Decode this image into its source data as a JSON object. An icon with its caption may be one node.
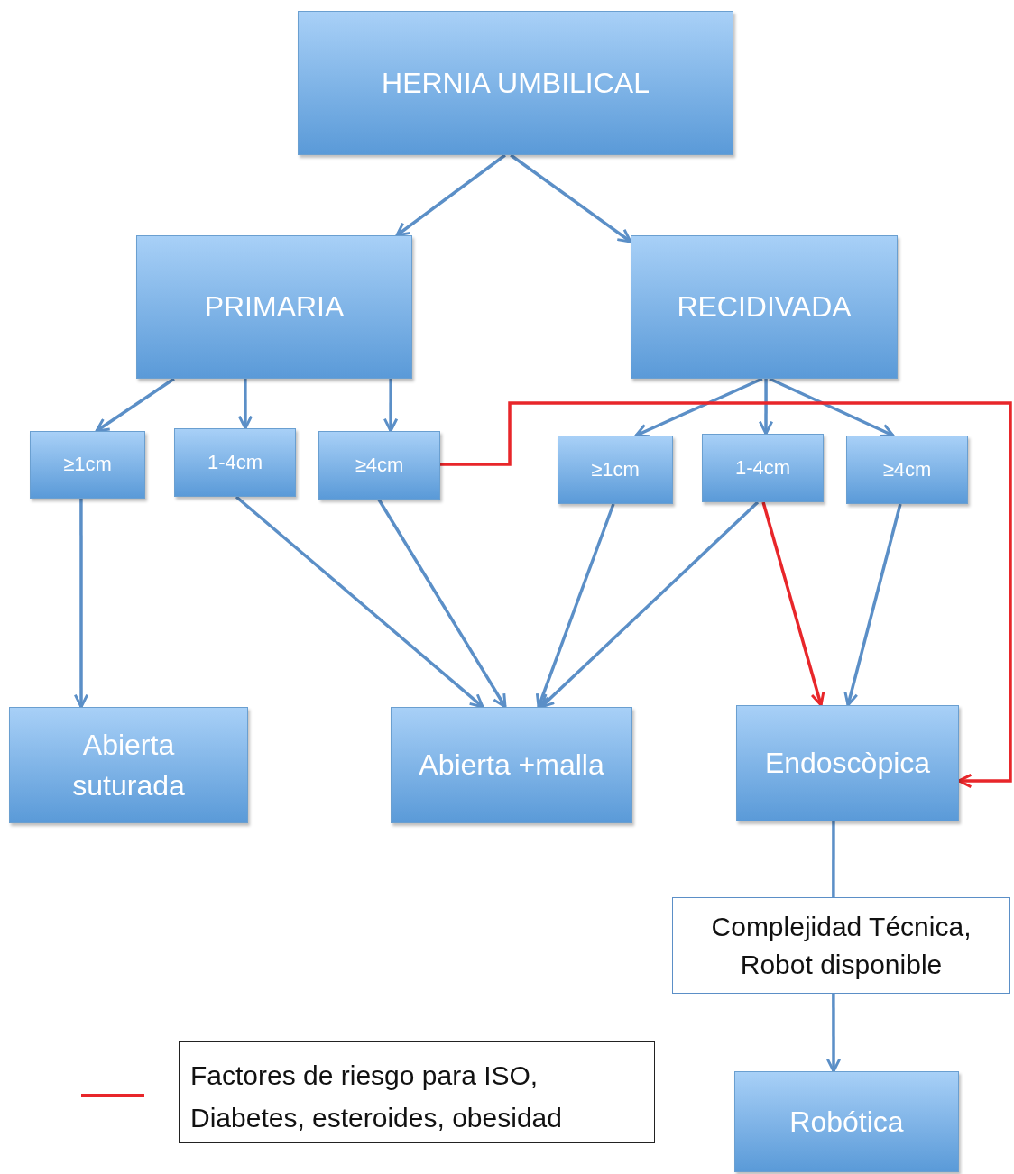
{
  "diagram": {
    "nodes": [
      {
        "text": [
          "HERNIA UMBILICAL"
        ]
      },
      {
        "text": [
          "PRIMARIA"
        ]
      },
      {
        "text": [
          "RECIDIVADA"
        ]
      },
      {
        "text": [
          "≥1cm"
        ]
      },
      {
        "text": [
          "1-4cm"
        ]
      },
      {
        "text": [
          "≥4cm"
        ]
      },
      {
        "text": [
          "≥1cm"
        ]
      },
      {
        "text": [
          "1-4cm"
        ]
      },
      {
        "text": [
          "≥4cm"
        ]
      },
      {
        "text": [
          "Abierta suturada"
        ]
      },
      {
        "text": [
          "Abierta +malla"
        ]
      },
      {
        "text": [
          "Endoscòpica"
        ]
      },
      {
        "text": [
          "Complejidad Técnica, Robot disponible"
        ]
      },
      {
        "text": [
          "Robótica"
        ]
      }
    ],
    "edges": [
      {
        "from": 0,
        "to": 1,
        "arrow": "to"
      },
      {
        "from": 0,
        "to": 2,
        "arrow": "to"
      },
      {
        "from": 1,
        "to": 3,
        "arrow": "to"
      },
      {
        "from": 1,
        "to": 4,
        "arrow": "to"
      },
      {
        "from": 1,
        "to": 5,
        "arrow": "to"
      },
      {
        "from": 2,
        "to": 6,
        "arrow": "to"
      },
      {
        "from": 2,
        "to": 7,
        "arrow": "to"
      },
      {
        "from": 2,
        "to": 8,
        "arrow": "to"
      },
      {
        "from": 3,
        "to": 9,
        "arrow": "to"
      },
      {
        "from": 4,
        "to": 10,
        "arrow": "to"
      },
      {
        "from": 5,
        "to": 10,
        "arrow": "to"
      },
      {
        "from": 6,
        "to": 10,
        "arrow": "to"
      },
      {
        "from": 7,
        "to": 10,
        "arrow": "to"
      },
      {
        "from": 7,
        "to": 11,
        "arrow": "to",
        "color": "#e8262a"
      },
      {
        "from": 8,
        "to": 11,
        "arrow": "to"
      },
      {
        "from": 5,
        "to": 11,
        "arrow": "to",
        "color": "#e8262a"
      },
      {
        "from": 11,
        "to": 12,
        "arrow": "none"
      },
      {
        "from": 12,
        "to": 13,
        "arrow": "to"
      }
    ],
    "legend": [
      {
        "text": "Factores de riesgo para ISO, Diabetes, esteroides, obesidad"
      }
    ]
  }
}
